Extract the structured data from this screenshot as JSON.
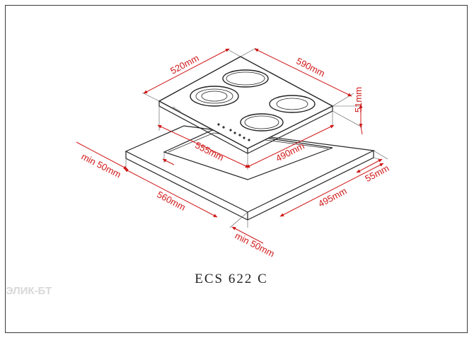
{
  "model_label": "ECS 622 C",
  "watermark": "ЭЛИК-БТ",
  "colors": {
    "dimension": "#d01818",
    "outline": "#222222",
    "background": "#ffffff"
  },
  "dimensions": {
    "hob_depth": "520mm",
    "hob_width": "590mm",
    "hob_height": "51mm",
    "cutout_width": "555mm",
    "cutout_depth": "490mm",
    "worktop_left_width": "560mm",
    "worktop_right_depth": "495mm",
    "front_clearance": "55mm",
    "side_clearance_left": "min 50mm",
    "side_clearance_bottom": "min 50mm"
  }
}
